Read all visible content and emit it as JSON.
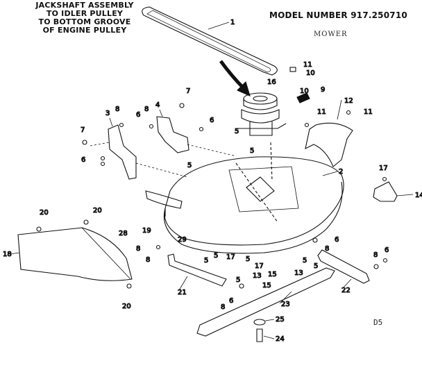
{
  "header": {
    "caption_lines": [
      "JACKSHAFT ASSEMBLY",
      "TO IDLER PULLEY",
      "TO BOTTOM GROOVE",
      "OF ENGINE PULLEY"
    ],
    "model_number": "MODEL NUMBER 917.250710",
    "section": "MOWER",
    "code": "D5"
  },
  "parts": {
    "p1": "1",
    "p2": "2",
    "p3": "3",
    "p4": "4",
    "p5a": "5",
    "p5b": "5",
    "p5c": "5",
    "p5d": "5",
    "p5e": "5",
    "p5f": "5",
    "p5g": "5",
    "p5h": "5",
    "p5i": "5",
    "p6a": "6",
    "p6b": "6",
    "p6c": "6",
    "p6d": "6",
    "p6e": "6",
    "p6f": "6",
    "p7a": "7",
    "p7b": "7",
    "p8a": "8",
    "p8b": "8",
    "p8c": "8",
    "p8d": "8",
    "p8e": "8",
    "p8f": "8",
    "p8g": "8",
    "p9": "9",
    "p10a": "10",
    "p10b": "10",
    "p11a": "11",
    "p11b": "11",
    "p11c": "11",
    "p12": "12",
    "p13a": "13",
    "p13b": "13",
    "p14": "14",
    "p15a": "15",
    "p15b": "15",
    "p16": "16",
    "p17a": "17",
    "p17b": "17",
    "p17c": "17",
    "p18": "18",
    "p19": "19",
    "p20a": "20",
    "p20b": "20",
    "p20c": "20",
    "p21": "21",
    "p22": "22",
    "p23": "23",
    "p24": "24",
    "p25": "25",
    "p28": "28",
    "p29": "29"
  }
}
